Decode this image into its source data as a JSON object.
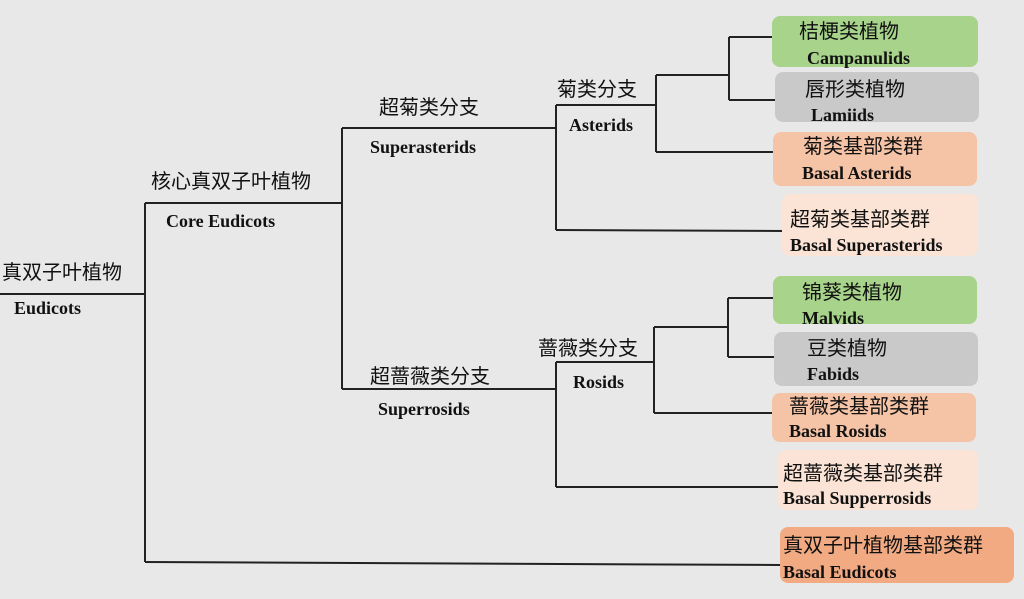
{
  "colors": {
    "background": "#e8e8e8",
    "line": "#222222",
    "green": "#a7d38a",
    "gray": "#c9c9c9",
    "salmon": "#f5c3a6",
    "peach": "#fbe4d6",
    "orange": "#f2aa82"
  },
  "nodes": {
    "eudicots": {
      "zh": "真双子叶植物",
      "en": "Eudicots"
    },
    "core_eudicots": {
      "zh": "核心真双子叶植物",
      "en": "Core Eudicots"
    },
    "superasterids": {
      "zh": "超菊类分支",
      "en": "Superasterids"
    },
    "asterids": {
      "zh": "菊类分支",
      "en": "Asterids"
    },
    "superrosids": {
      "zh": "超蔷薇类分支",
      "en": "Superrosids"
    },
    "rosids": {
      "zh": "蔷薇类分支",
      "en": "Rosids"
    }
  },
  "leaves": {
    "campanulids": {
      "zh": "桔梗类植物",
      "en": "Campanulids",
      "color": "green"
    },
    "lamiids": {
      "zh": "唇形类植物",
      "en": "Lamiids",
      "color": "gray"
    },
    "basal_asterids": {
      "zh": "菊类基部类群",
      "en": "Basal Asterids",
      "color": "salmon"
    },
    "basal_superasterids": {
      "zh": "超菊类基部类群",
      "en": "Basal Superasterids",
      "color": "peach"
    },
    "malvids": {
      "zh": "锦葵类植物",
      "en": "Malvids",
      "color": "green"
    },
    "fabids": {
      "zh": "豆类植物",
      "en": "Fabids",
      "color": "gray"
    },
    "basal_rosids": {
      "zh": "蔷薇类基部类群",
      "en": "Basal Rosids",
      "color": "salmon"
    },
    "basal_superrosids": {
      "zh": "超蔷薇类基部类群",
      "en": "Basal Supperrosids",
      "color": "peach"
    },
    "basal_eudicots": {
      "zh": "真双子叶植物基部类群",
      "en": "Basal Eudicots",
      "color": "orange"
    }
  }
}
